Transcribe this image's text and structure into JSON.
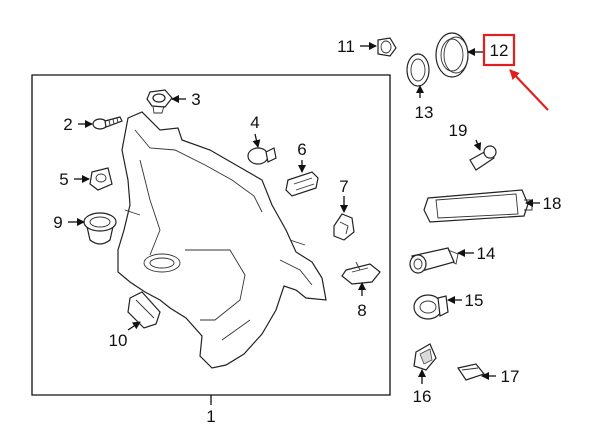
{
  "labels": {
    "c1": "1",
    "c2": "2",
    "c3": "3",
    "c4": "4",
    "c5": "5",
    "c6": "6",
    "c7": "7",
    "c8": "8",
    "c9": "9",
    "c10": "10",
    "c11": "11",
    "c12": "12",
    "c13": "13",
    "c14": "14",
    "c15": "15",
    "c16": "16",
    "c17": "17",
    "c18": "18",
    "c19": "19"
  },
  "colors": {
    "highlight_box": "#e02020",
    "highlight_arrow": "#e02020",
    "line": "#111111"
  },
  "highlighted_callout": "12"
}
